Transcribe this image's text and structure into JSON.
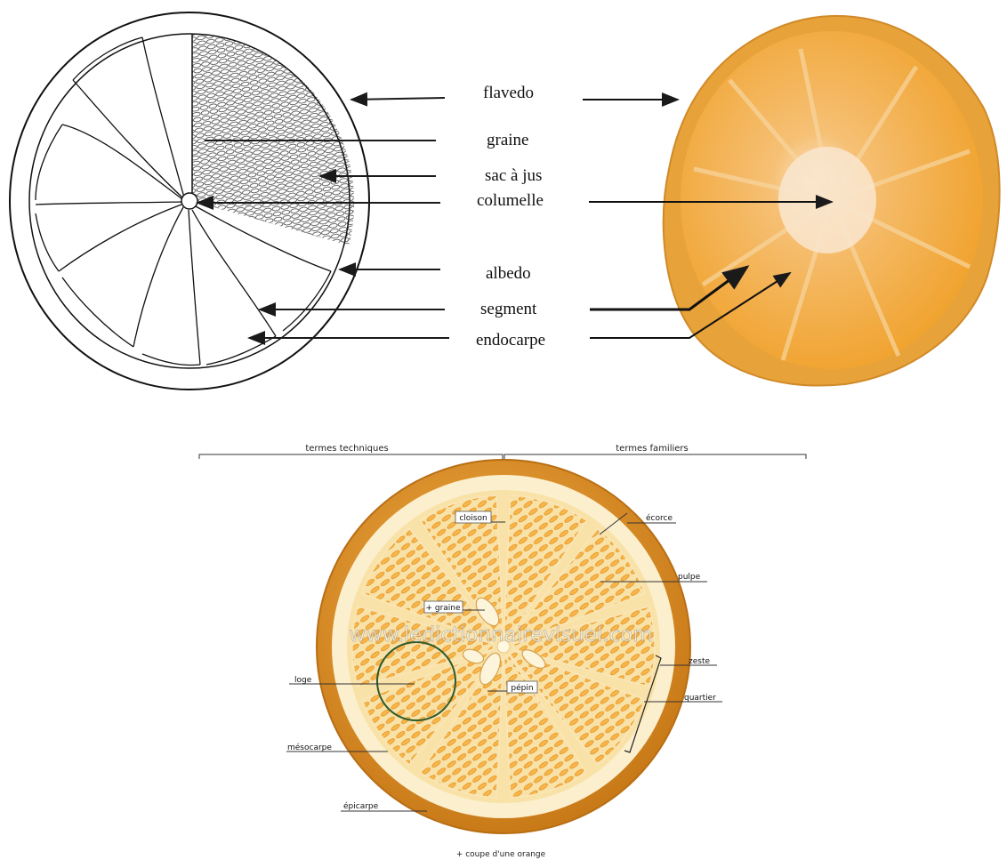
{
  "top_labels": {
    "flavedo": "flavedo",
    "graine": "graine",
    "sac_a_jus": "sac à jus",
    "columelle": "columelle",
    "albedo": "albedo",
    "segment": "segment",
    "endocarpe": "endocarpe"
  },
  "bottom": {
    "header_left": "termes techniques",
    "header_right": "termes familiers",
    "labels": {
      "cloison": "cloison",
      "ecorce": "écorce",
      "pulpe": "pulpe",
      "graine": "+ graine",
      "zeste": "zeste",
      "quartier": "quartier",
      "loge": "loge",
      "pepin": "pépin",
      "mesocarpe": "mésocarpe",
      "epicarpe": "épicarpe"
    },
    "watermark": "www.ledictionnairevisuel.com",
    "caption": "+ coupe d'une orange"
  },
  "colors": {
    "rind_outer": "#d9932a",
    "rind_inner": "#fbeec8",
    "pulp": "#f29a1f",
    "pulp_dark": "#e07f10",
    "photo_rind": "#f0b64a",
    "photo_pulp": "#f4a52f",
    "callout_circle": "#2e5a2e"
  }
}
